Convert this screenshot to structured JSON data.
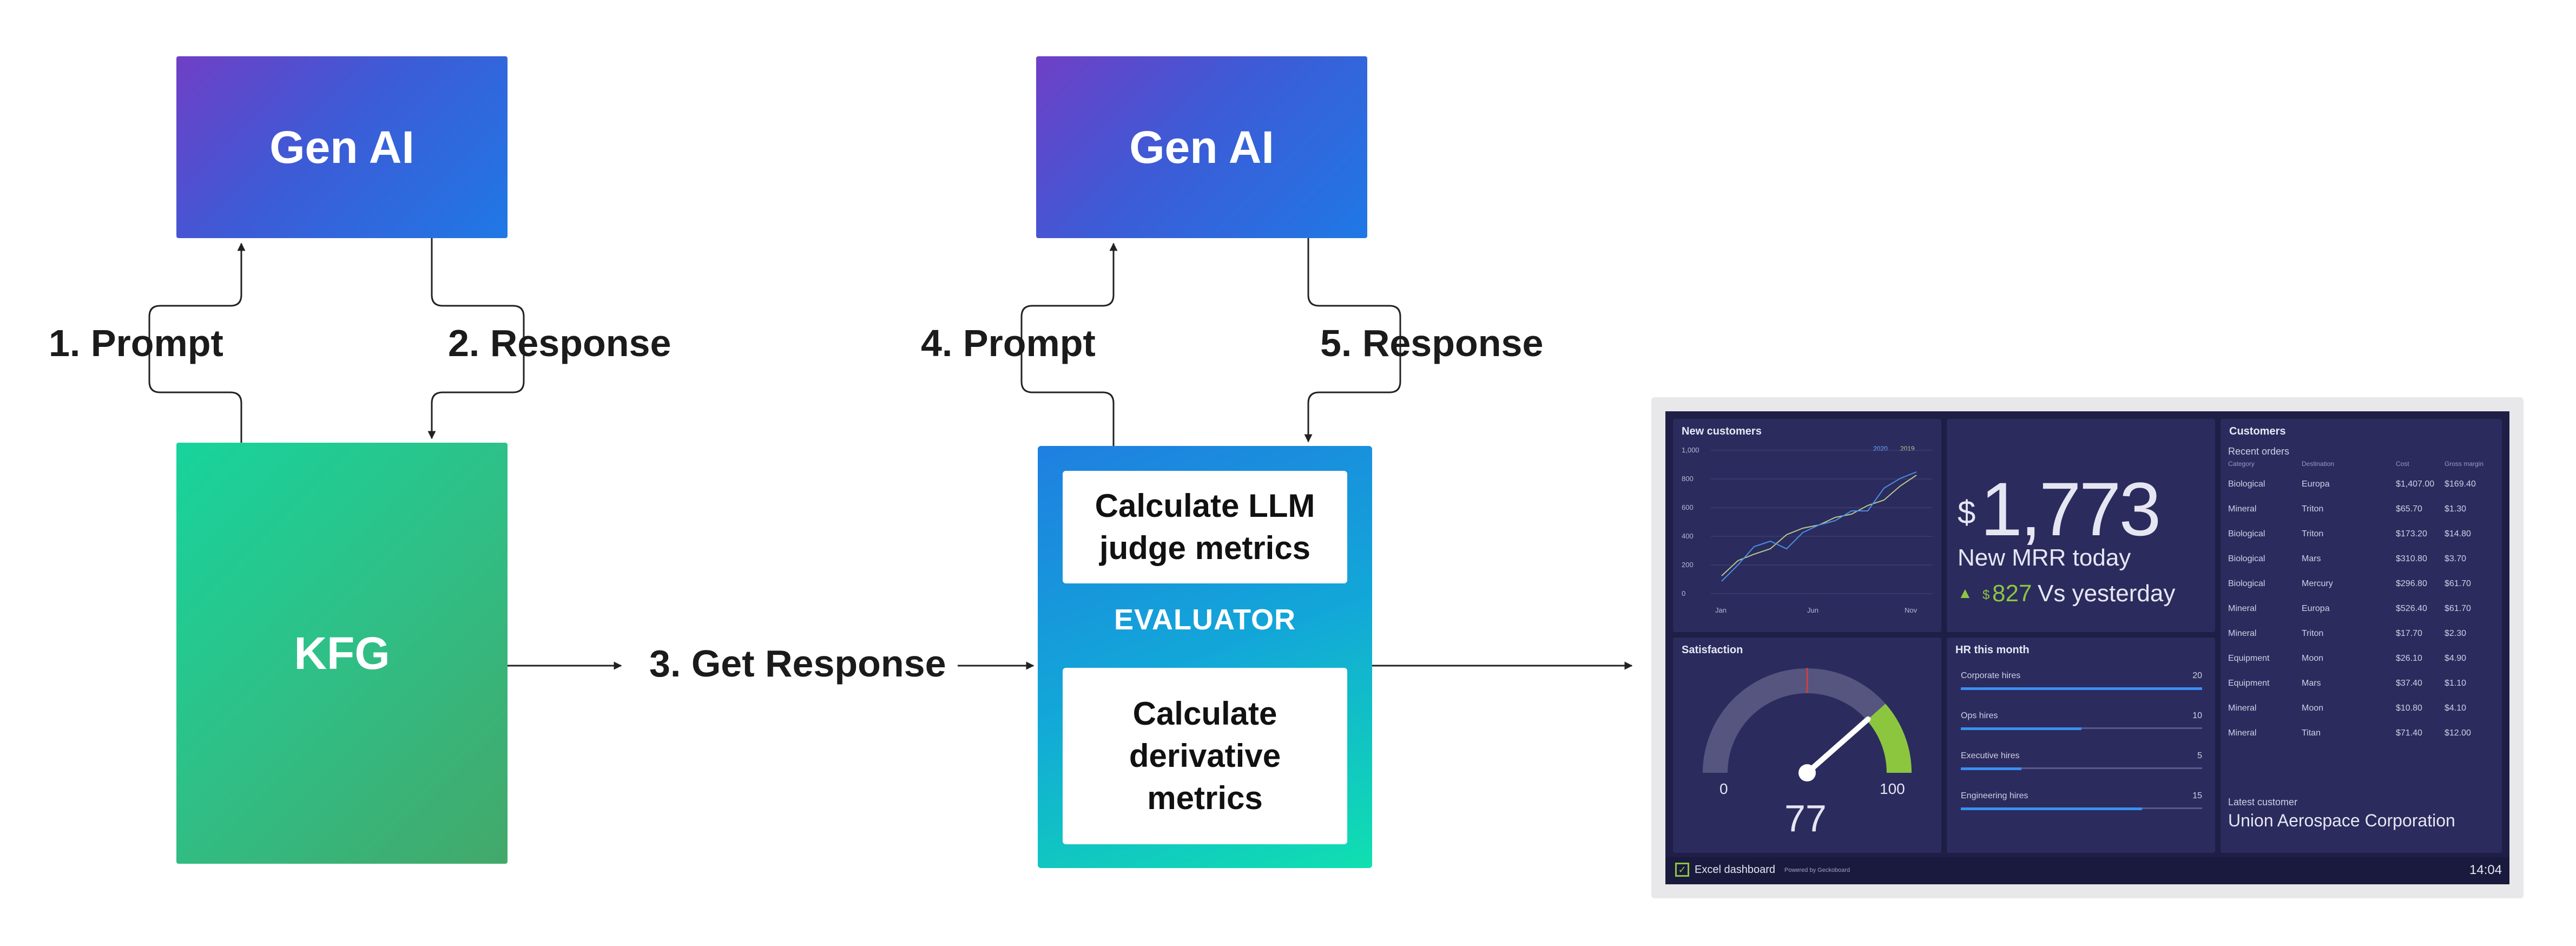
{
  "genai_top_left": "Gen AI",
  "genai_top_right": "Gen AI",
  "kfg": "KFG",
  "labels": {
    "prompt_1": "1. Prompt",
    "response_2": "2. Response",
    "get_response_3": "3. Get Response",
    "prompt_4": "4. Prompt",
    "response_5": "5. Response"
  },
  "evaluator": {
    "title": "EVALUATOR",
    "top_card": "Calculate LLM judge metrics",
    "bottom_card": "Calculate derivative metrics"
  },
  "dashboard": {
    "new_customers": {
      "title": "New customers",
      "yticks": [
        "1,000",
        "800",
        "600",
        "400",
        "200",
        "0"
      ],
      "xticks": [
        "Jan",
        "Jun",
        "Nov"
      ],
      "legend": [
        "2020",
        "2019"
      ]
    },
    "mrr": {
      "currency": "$",
      "value": "1,773",
      "caption": "New MRR today",
      "delta_currency": "$",
      "delta_value": "827",
      "delta_caption": "Vs yesterday"
    },
    "customers": {
      "title": "Customers",
      "subtitle": "Recent orders",
      "headers": [
        "Category",
        "Destination",
        "Cost",
        "Gross margin"
      ],
      "rows": [
        [
          "Biological",
          "Europa",
          "$1,407.00",
          "$169.40"
        ],
        [
          "Mineral",
          "Triton",
          "$65.70",
          "$1.30"
        ],
        [
          "Biological",
          "Triton",
          "$173.20",
          "$14.80"
        ],
        [
          "Biological",
          "Mars",
          "$310.80",
          "$3.70"
        ],
        [
          "Biological",
          "Mercury",
          "$296.80",
          "$61.70"
        ],
        [
          "Mineral",
          "Europa",
          "$526.40",
          "$61.70"
        ],
        [
          "Mineral",
          "Triton",
          "$17.70",
          "$2.30"
        ],
        [
          "Equipment",
          "Moon",
          "$26.10",
          "$4.90"
        ],
        [
          "Equipment",
          "Mars",
          "$37.40",
          "$1.10"
        ],
        [
          "Mineral",
          "Moon",
          "$10.80",
          "$4.10"
        ],
        [
          "Mineral",
          "Titan",
          "$71.40",
          "$12.00"
        ]
      ],
      "latest_label": "Latest customer",
      "latest_value": "Union Aerospace Corporation"
    },
    "satisfaction": {
      "title": "Satisfaction",
      "min": "0",
      "max": "100",
      "value": "77",
      "level": 77
    },
    "hr": {
      "title": "HR this month",
      "rows": [
        {
          "label": "Corporate hires",
          "value": "20",
          "fill": 1.0
        },
        {
          "label": "Ops hires",
          "value": "10",
          "fill": 0.5
        },
        {
          "label": "Executive hires",
          "value": "5",
          "fill": 0.25
        },
        {
          "label": "Engineering hires",
          "value": "15",
          "fill": 0.75
        }
      ]
    },
    "footer": {
      "brand": "Excel dashboard",
      "powered": "Powered by Geckoboard",
      "time": "14:04"
    }
  },
  "colors": {
    "genai_gradient": [
      "#6f3fc6",
      "#1f78e6"
    ],
    "kfg_gradient": [
      "#17d49c",
      "#43a86a"
    ],
    "evaluator_gradient": [
      "#1f7fe0",
      "#10e0b0"
    ],
    "dashboard_bg": "#1e1e46",
    "accent_green": "#8cc63f"
  }
}
